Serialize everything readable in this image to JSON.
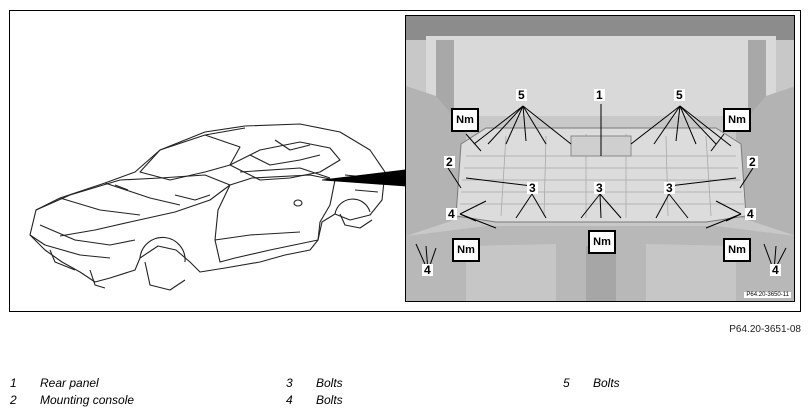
{
  "figure": {
    "photo_code": "P64.20-3650-11",
    "figure_code": "P64.20-3651-08",
    "nm_label": "Nm",
    "callouts": {
      "c1": "1",
      "c2": "2",
      "c3": "3",
      "c4": "4",
      "c5": "5"
    }
  },
  "legend": {
    "col1": [
      {
        "num": "1",
        "text": "Rear panel"
      },
      {
        "num": "2",
        "text": "Mounting console"
      }
    ],
    "col2": [
      {
        "num": "3",
        "text": "Bolts"
      },
      {
        "num": "4",
        "text": "Bolts"
      }
    ],
    "col3": [
      {
        "num": "5",
        "text": "Bolts"
      }
    ]
  },
  "colors": {
    "photo_background": "#cfcfcf",
    "panel_fill": "#dcdcdc",
    "line": "#000000"
  }
}
